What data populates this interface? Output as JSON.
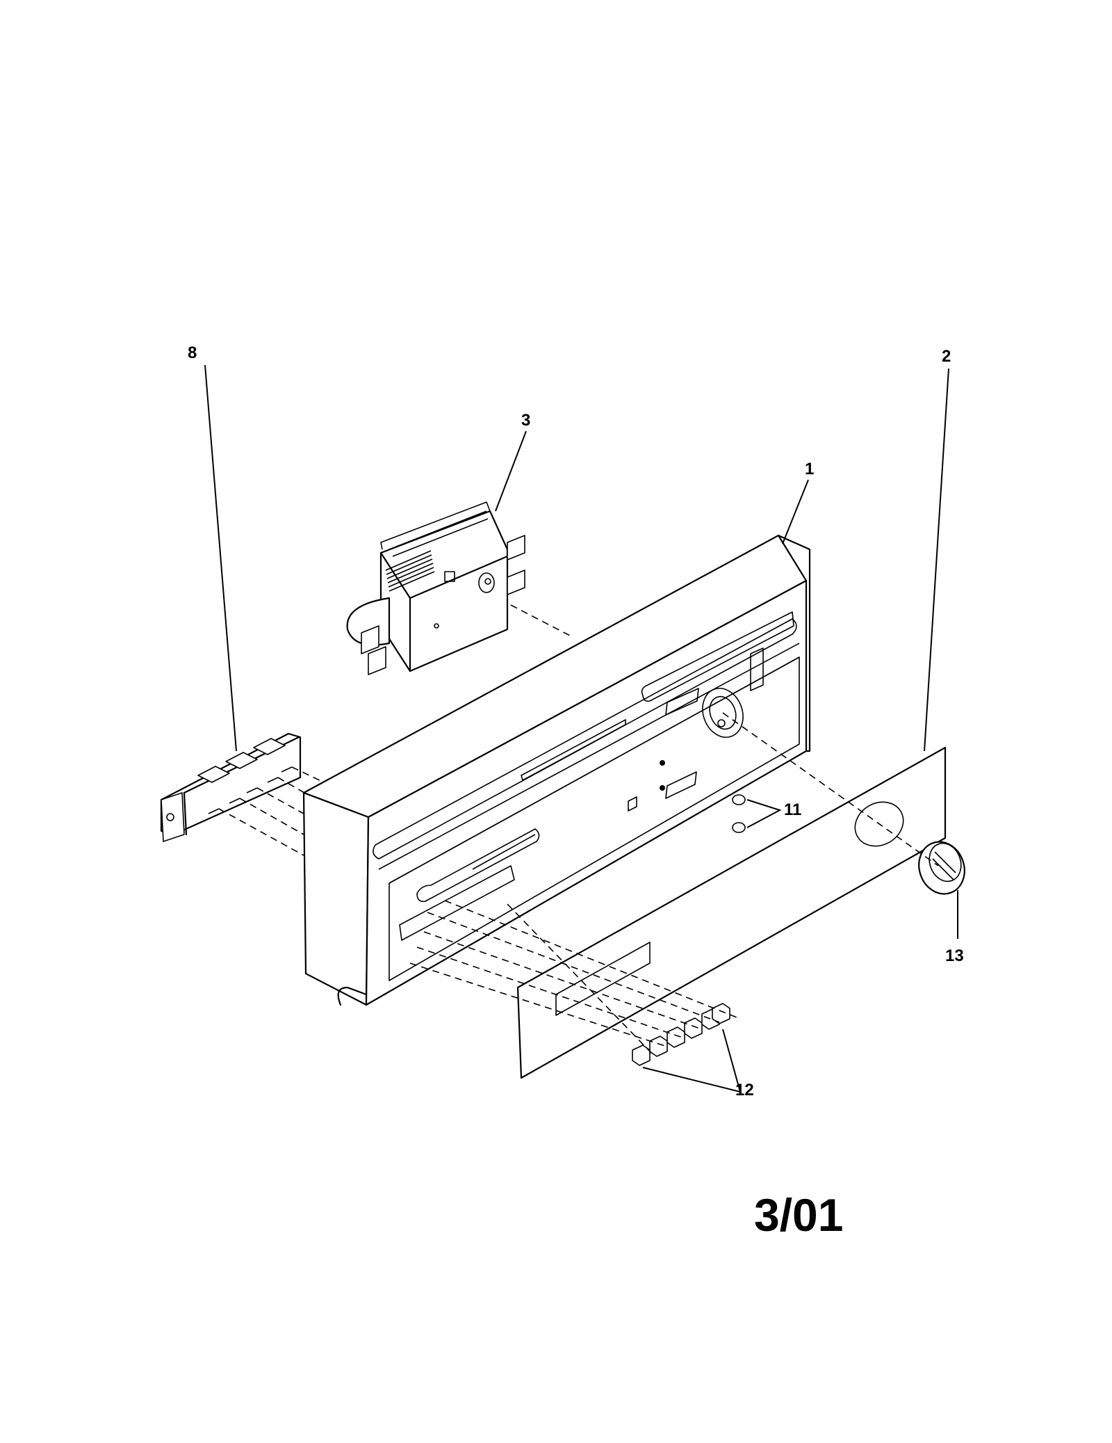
{
  "callouts": {
    "c1": "1",
    "c2": "2",
    "c3": "3",
    "c8": "8",
    "c11": "11",
    "c12": "12",
    "c13": "13"
  },
  "revision_date": "3/01",
  "colors": {
    "line": "#000000",
    "background": "#ffffff"
  }
}
